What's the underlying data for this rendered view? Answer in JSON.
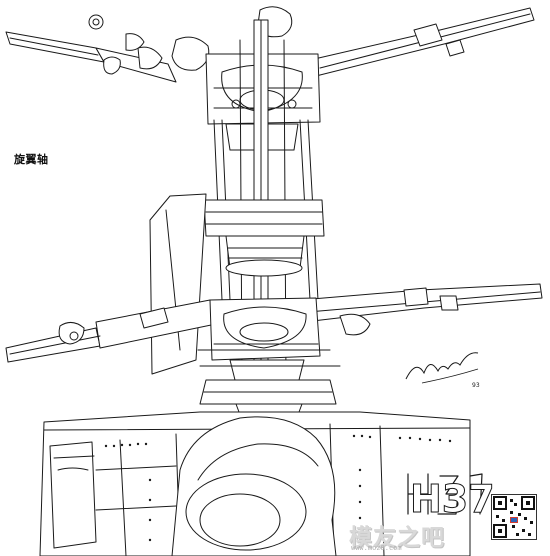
{
  "caption": "旋翼轴",
  "watermark": {
    "text": "模友之吧",
    "url": "www.moz8.com"
  },
  "badge": {
    "text": "H37"
  },
  "colors": {
    "line": "#1a1a1a",
    "watermark": "#d8d8d8",
    "accent_red": "#d43b2f",
    "accent_blue": "#2b63b6"
  },
  "icons": [
    "qr-code-icon",
    "artist-signature-icon"
  ]
}
